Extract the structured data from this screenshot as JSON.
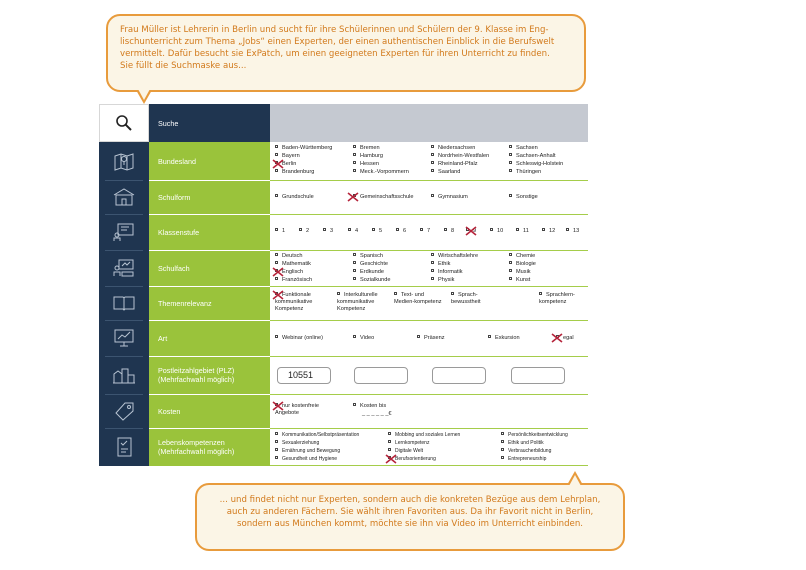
{
  "bubble_top": {
    "lines": [
      "Frau Müller ist Lehrerin in Berlin und sucht für ihre Schülerinnen und Schülern der 9. Klasse im Eng-",
      "lischunterricht zum Thema „Jobs“ einen Experten, der einen authentischen Einblick in die Berufswelt",
      "vermittelt. Dafür besucht sie ExPatch, um einen geeigneten Experten für ihren Unterricht zu finden.",
      "Sie füllt die Suchmaske aus..."
    ]
  },
  "bubble_bottom": {
    "lines": [
      "... und findet nicht nur Experten, sondern auch die konkreten Bezüge aus dem Lehrplan,",
      "auch zu anderen Fächern. Sie wählt ihren Favoriten aus. Da ihr Favorit nicht in Berlin,",
      "sondern aus München kommt, möchte sie ihn via Video im Unterricht einbinden."
    ]
  },
  "colors": {
    "navy": "#1f3550",
    "green": "#9ac33b",
    "orange": "#e89b3c",
    "cross": "#b5233a"
  },
  "search": {
    "label": "Suche",
    "icon": "magnifier-icon"
  },
  "sections": {
    "bundesland": {
      "label": "Bundesland",
      "icon": "map-pin-icon",
      "options": [
        "Baden-Württemberg",
        "Bayern",
        "Berlin",
        "Brandenburg",
        "Bremen",
        "Hamburg",
        "Hessen",
        "Meck.-Vorpommern",
        "Niedersachsen",
        "Nordrhein-Westfalen",
        "Rheinland-Pfalz",
        "Saarland",
        "Sachsen",
        "Sachsen-Anhalt",
        "Schleswig-Holstein",
        "Thüringen"
      ],
      "selected": [
        "Berlin"
      ]
    },
    "schulform": {
      "label": "Schulform",
      "icon": "school-building-icon",
      "options": [
        "Grundschule",
        "Gemeinschaftsschule",
        "Gymnasium",
        "Sonstige"
      ],
      "selected": [
        "Gemeinschaftsschule"
      ]
    },
    "klassenstufe": {
      "label": "Klassenstufe",
      "icon": "blackboard-icon",
      "options": [
        "1",
        "2",
        "3",
        "4",
        "5",
        "6",
        "7",
        "8",
        "9",
        "10",
        "11",
        "12",
        "13"
      ],
      "selected": [
        "9"
      ]
    },
    "schulfach": {
      "label": "Schulfach",
      "icon": "classroom-icon",
      "options": [
        "Deutsch",
        "Mathematik",
        "Englisch",
        "Französisch",
        "Spanisch",
        "Geschichte",
        "Erdkunde",
        "Sozialkunde",
        "Wirtschaftslehre",
        "Ethik",
        "Informatik",
        "Physik",
        "Chemie",
        "Biologie",
        "Musik",
        "Kunst"
      ],
      "selected": [
        "Englisch"
      ]
    },
    "themenrelevanz": {
      "label": "Themenrelevanz",
      "icon": "open-book-icon",
      "options": [
        "Funktionale kommunikative Kompetenz",
        "Interkulturelle kommunikative Kompetenz",
        "Text- und Medien-kompetenz",
        "Sprach-bewusstheit",
        "Sprachlern-kompetenz"
      ],
      "selected": [
        "Funktionale kommunikative Kompetenz"
      ]
    },
    "art": {
      "label": "Art",
      "icon": "presentation-chart-icon",
      "options": [
        "Webinar (online)",
        "Video",
        "Präsenz",
        "Exkursion",
        "egal"
      ],
      "selected": [
        "egal"
      ]
    },
    "plz": {
      "label_line1": "Postleitzahlgebiet (PLZ)",
      "label_line2": "(Mehrfachwahl möglich)",
      "icon": "city-icon",
      "fields": [
        "10551",
        "",
        "",
        ""
      ]
    },
    "kosten": {
      "label": "Kosten",
      "icon": "price-tag-icon",
      "options": [
        "nur kostenfreie Angebote",
        "Kosten bis"
      ],
      "amount_placeholder": "_ _ _ _ _ _€",
      "selected": [
        "nur kostenfreie Angebote"
      ]
    },
    "lebenskompetenzen": {
      "label_line1": "Lebenskompetenzen",
      "label_line2": "(Mehrfachwahl möglich)",
      "icon": "checklist-icon",
      "options": [
        "Kommunikation/Selbstpräsentation",
        "Sexualerziehung",
        "Ernährung und Bewegung",
        "Gesundheit und Hygiene",
        "Mobbing und soziales Lernen",
        "Lernkompetenz",
        "Digitale Welt",
        "Berufsorientierung",
        "Persönlichkeitsentwicklung",
        "Ethik und Politik",
        "Verbraucherbildung",
        "Entrepreneurship"
      ],
      "selected": [
        "Berufsorientierung"
      ]
    }
  }
}
